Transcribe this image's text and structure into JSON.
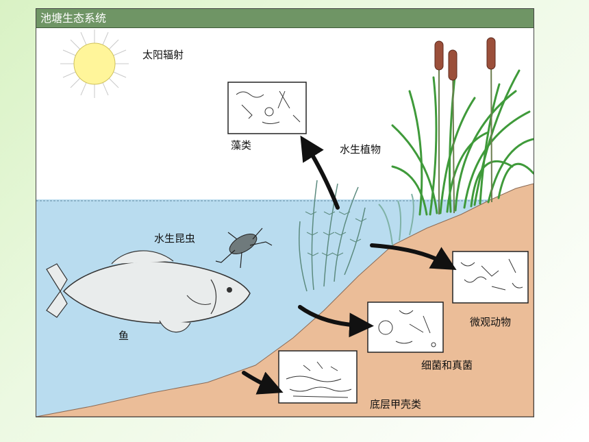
{
  "title": "池塘生态系统",
  "labels": {
    "sun": "太阳辐射",
    "algae": "藻类",
    "aquatic_plants": "水生植物",
    "aquatic_insects": "水生昆虫",
    "fish": "鱼",
    "micro_animals": "微观动物",
    "bacteria_fungi": "细菌和真菌",
    "benthic_crustaceans": "底层甲壳类"
  },
  "colors": {
    "title_bar": "#6f9565",
    "water": "#b9dcef",
    "soil": "#ebbd98",
    "plant": "#3f9a3a",
    "cattail": "#9b4f3a",
    "sun": "#fff59a"
  }
}
